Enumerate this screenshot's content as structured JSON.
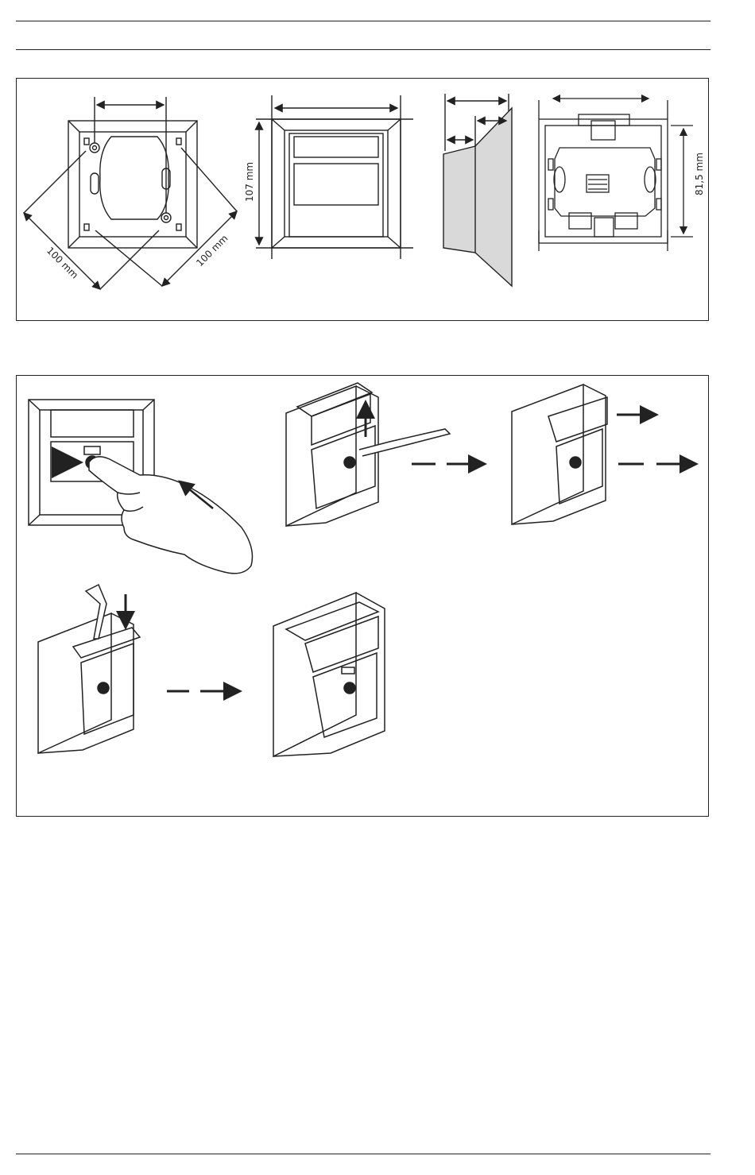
{
  "dimensions": {
    "diag1": "100 mm",
    "diag2": "100 mm",
    "height": "107 mm",
    "inner_height": "81,5 mm"
  },
  "colors": {
    "line": "#222222",
    "side_fill": "#d9d9d9"
  }
}
